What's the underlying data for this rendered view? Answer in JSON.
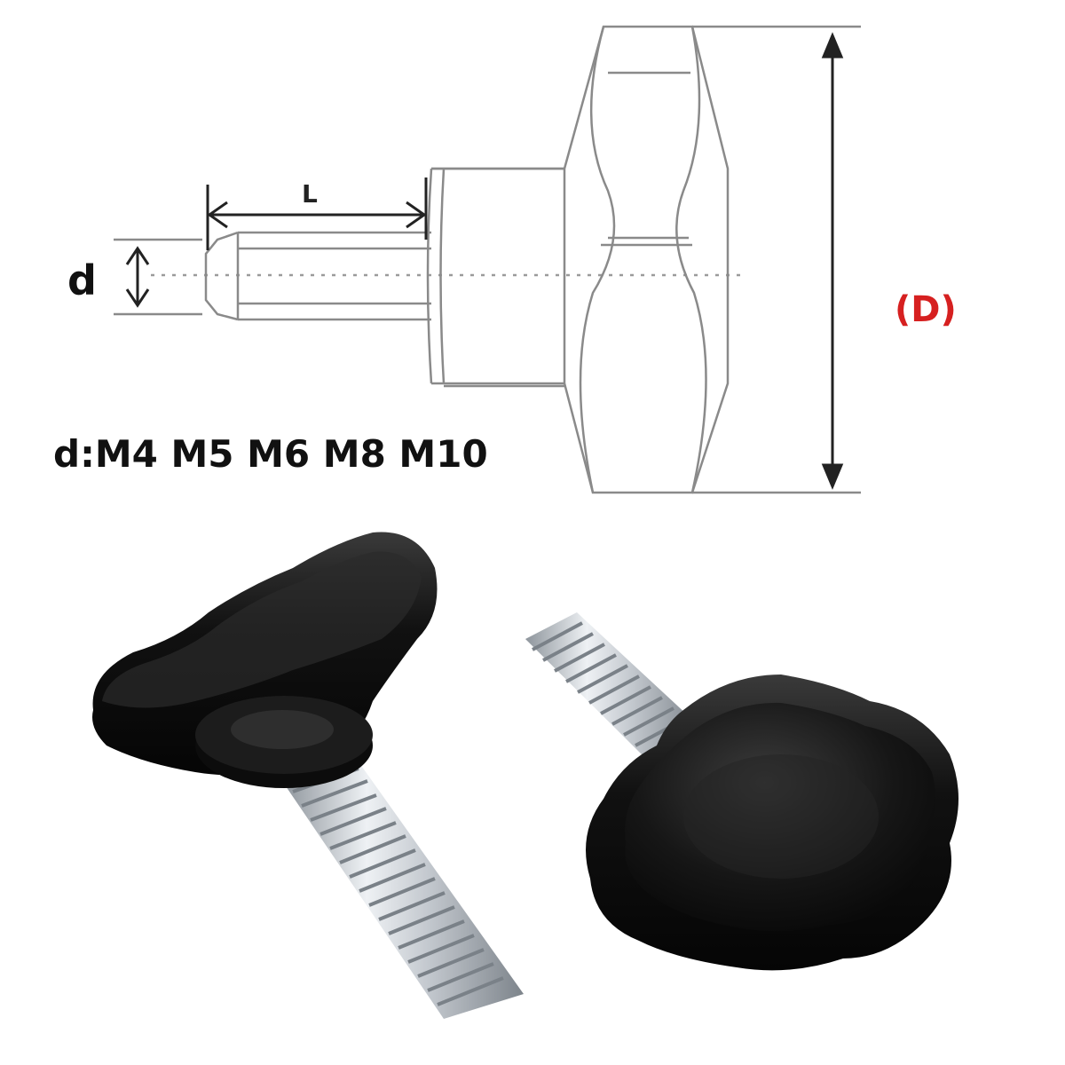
{
  "diagram": {
    "labels": {
      "length": "L",
      "thread_diameter": "d",
      "knob_diameter": "(D)",
      "thread_sizes": "d:M4 M5 M6 M8 M10"
    },
    "colors": {
      "line": "#8a8a8a",
      "dark_line": "#222222",
      "accent_red": "#d62020",
      "knob_black": "#121212",
      "thread_silver": "#c9ced4"
    }
  }
}
